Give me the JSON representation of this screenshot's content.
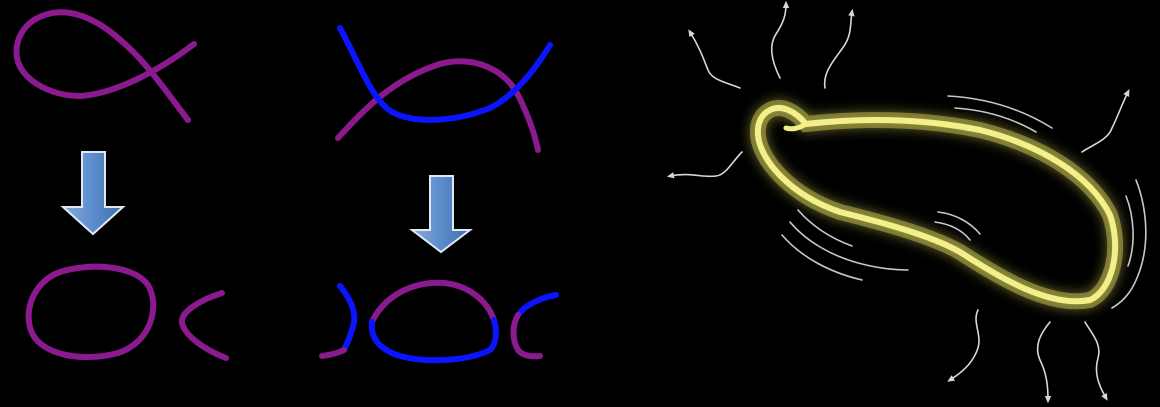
{
  "colors": {
    "background": "#000000",
    "loop_purple": "#8a1a8e",
    "loop_blue": "#0a14ff",
    "arrow_fill": "#5b8ccc",
    "arrow_edge": "#dfe9f6",
    "glow_core": "#f3ef8a",
    "glow_halo": "#b7b24a",
    "emission": "#d8d8d8"
  },
  "icons": {
    "transition_arrow": "down-arrow-icon",
    "emission_arrow": "wavy-arrow-icon"
  },
  "panels": [
    {
      "name": "single-loop-reconnection",
      "before": "self-crossing-loop",
      "after": "closed-loop-and-fragment"
    },
    {
      "name": "two-loop-reconnection",
      "before": "two-crossing-strands",
      "after": "reconnected-segments"
    },
    {
      "name": "glowing-loop-emission",
      "shape": "glowing-loop"
    }
  ]
}
